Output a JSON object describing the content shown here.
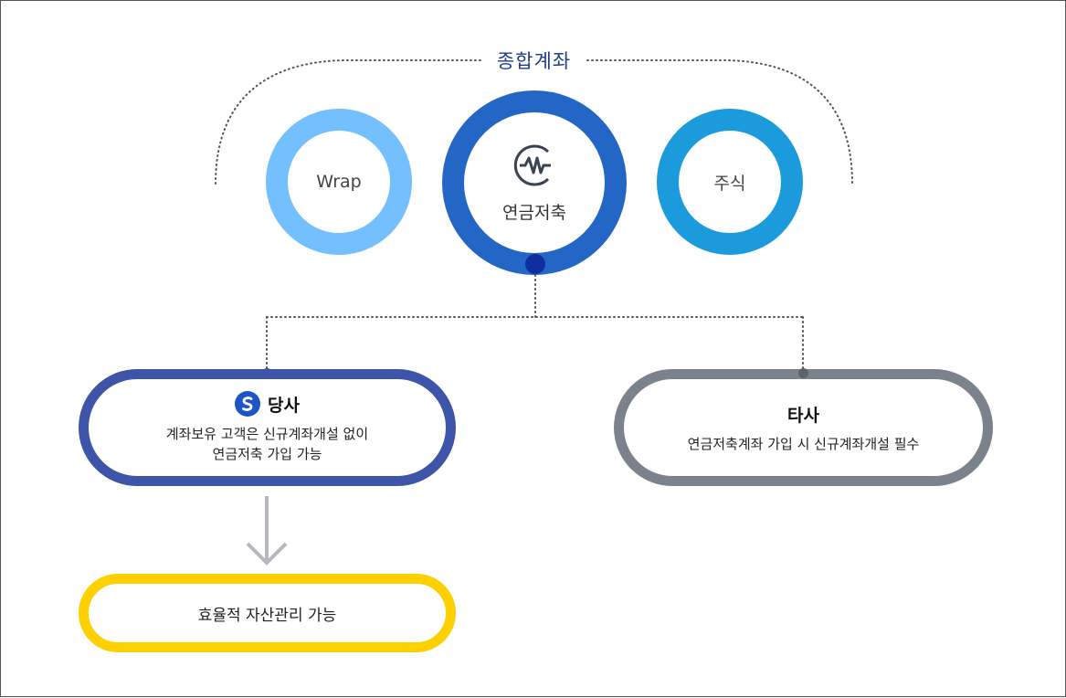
{
  "diagram": {
    "title": "종합계좌",
    "circles": [
      {
        "id": "wrap",
        "label": "Wrap",
        "ring_color": "#74bffd"
      },
      {
        "id": "pension",
        "label": "연금저축",
        "ring_color": "#2366c5",
        "icon": "pension-wave-icon"
      },
      {
        "id": "stock",
        "label": "주식",
        "ring_color": "#1b9adc"
      }
    ],
    "ours": {
      "title": "당사",
      "icon": "shinhan-logo-icon",
      "line1": "계좌보유 고객은 신규계좌개설 없이",
      "line2": "연금저축 가입 가능",
      "border_color": "#3e54a8"
    },
    "other": {
      "title": "타사",
      "line1": "연금저축계좌 가입 시 신규계좌개설 필수",
      "border_color": "#7c828c"
    },
    "result": {
      "text": "효율적 자산관리 가능",
      "border_color": "#ffd000"
    },
    "arrow": {
      "icon": "arrow-down-icon",
      "color": "#b5b8be"
    }
  }
}
